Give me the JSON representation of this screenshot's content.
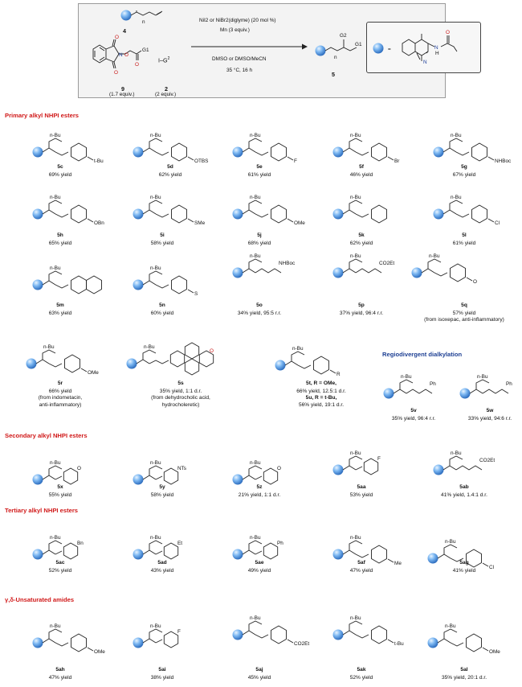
{
  "scheme": {
    "alkene_label": "4",
    "nhpi_label": "9",
    "nhpi_equiv": "(1.7 equiv.)",
    "iodide_label": "2",
    "iodide_equiv": "(2 equiv.)",
    "condition_1": "NiI2 or NiBr2(diglyme) (20 mol %)",
    "condition_2": "Mn (3 equiv.)",
    "condition_3": "DMSO or DMSO/MeCN",
    "condition_4": "35 °C, 16 h",
    "product_label": "5",
    "equals": "=",
    "g1": "G1",
    "g2": "G2",
    "n": "n"
  },
  "sections": {
    "primary": "Primary alkyl NHPI esters",
    "regio": "Regiodivergent dialkylation",
    "secondary": "Secondary alkyl NHPI esters",
    "tertiary": "Tertiary alkyl NHPI esters",
    "amides": "γ,δ-Unsaturated amides"
  },
  "compounds": [
    {
      "id": "5c",
      "yield": "69% yield",
      "sub": "t-Bu"
    },
    {
      "id": "5d",
      "yield": "62% yield",
      "sub": "OTBS"
    },
    {
      "id": "5e",
      "yield": "61% yield",
      "sub": "F"
    },
    {
      "id": "5f",
      "yield": "46% yield",
      "sub": "Br"
    },
    {
      "id": "5g",
      "yield": "67% yield",
      "sub": "NHBoc"
    },
    {
      "id": "5h",
      "yield": "65% yield",
      "sub": "OBn"
    },
    {
      "id": "5i",
      "yield": "58% yield",
      "sub": "SMe"
    },
    {
      "id": "5j",
      "yield": "68% yield",
      "sub": "OMe"
    },
    {
      "id": "5k",
      "yield": "62% yield",
      "sub": ""
    },
    {
      "id": "5l",
      "yield": "61% yield",
      "sub": "Cl"
    },
    {
      "id": "5m",
      "yield": "63% yield",
      "sub": ""
    },
    {
      "id": "5n",
      "yield": "60% yield",
      "sub": "S"
    },
    {
      "id": "5o",
      "yield": "34% yield, 95:5 r.r.",
      "sub": "NHBoc"
    },
    {
      "id": "5p",
      "yield": "37% yield, 96:4 r.r.",
      "sub": "CO2Et"
    },
    {
      "id": "5q",
      "yield": "57% yield",
      "note": "(from isoxepac, anti-inflammatory)",
      "sub": "O"
    },
    {
      "id": "5r",
      "yield": "66% yield",
      "note": "(from indometacin,",
      "note2": "anti-inflammatory)",
      "sub": "OMe"
    },
    {
      "id": "5s",
      "yield": "35% yield, 1:1 d.r.",
      "note": "(from dehydrocholic acid,",
      "note2": "hydrocholeretic)",
      "sub": "O"
    },
    {
      "id": "5t",
      "yield": "66% yield, 12.5:1 d.r.",
      "pre": "5t, R = OMe,",
      "sub": "R"
    },
    {
      "id": "5u",
      "yield": "56% yield, 19:1 d.r.",
      "pre": "5u, R = t-Bu,",
      "sub": ""
    },
    {
      "id": "5v",
      "yield": "35% yield, 96:4 r.r.",
      "sub": "Ph"
    },
    {
      "id": "5w",
      "yield": "33% yield, 94:6 r.r.",
      "sub": "Ph"
    },
    {
      "id": "5x",
      "yield": "55% yield",
      "sub": "O"
    },
    {
      "id": "5y",
      "yield": "58% yield",
      "sub": "NTs"
    },
    {
      "id": "5z",
      "yield": "21% yield, 1:1 d.r.",
      "sub": "O"
    },
    {
      "id": "5aa",
      "yield": "53% yield",
      "sub": "F"
    },
    {
      "id": "5ab",
      "yield": "41% yield, 1.4:1 d.r.",
      "sub": "CO2Et"
    },
    {
      "id": "5ac",
      "yield": "52% yield",
      "sub": "Bn"
    },
    {
      "id": "5ad",
      "yield": "43% yield",
      "sub": "Et"
    },
    {
      "id": "5ae",
      "yield": "49% yield",
      "sub": "Ph"
    },
    {
      "id": "5af",
      "yield": "47% yield",
      "sub": "Me"
    },
    {
      "id": "5ag",
      "yield": "41% yield",
      "sub": "Cl"
    },
    {
      "id": "5ah",
      "yield": "47% yield",
      "sub": "OMe"
    },
    {
      "id": "5ai",
      "yield": "38% yield",
      "sub": "F"
    },
    {
      "id": "5aj",
      "yield": "45% yield",
      "sub": "CO2Et"
    },
    {
      "id": "5ak",
      "yield": "52% yield",
      "sub": "t-Bu"
    },
    {
      "id": "5al",
      "yield": "35% yield, 20:1 d.r.",
      "sub": "OMe"
    }
  ],
  "labels": {
    "nbu": "n-Bu",
    "two": "2",
    "me": "Me",
    "h": "H",
    "n": "N",
    "f": "F",
    "co2et": "CO2Et",
    "tbu": "t-Bu",
    "ph": "Ph",
    "cl": "Cl",
    "o": "O",
    "r": "R"
  },
  "colors": {
    "section_red": "#d01818",
    "regio_blue": "#1d3f93",
    "sphere": "#5aa0e6"
  }
}
